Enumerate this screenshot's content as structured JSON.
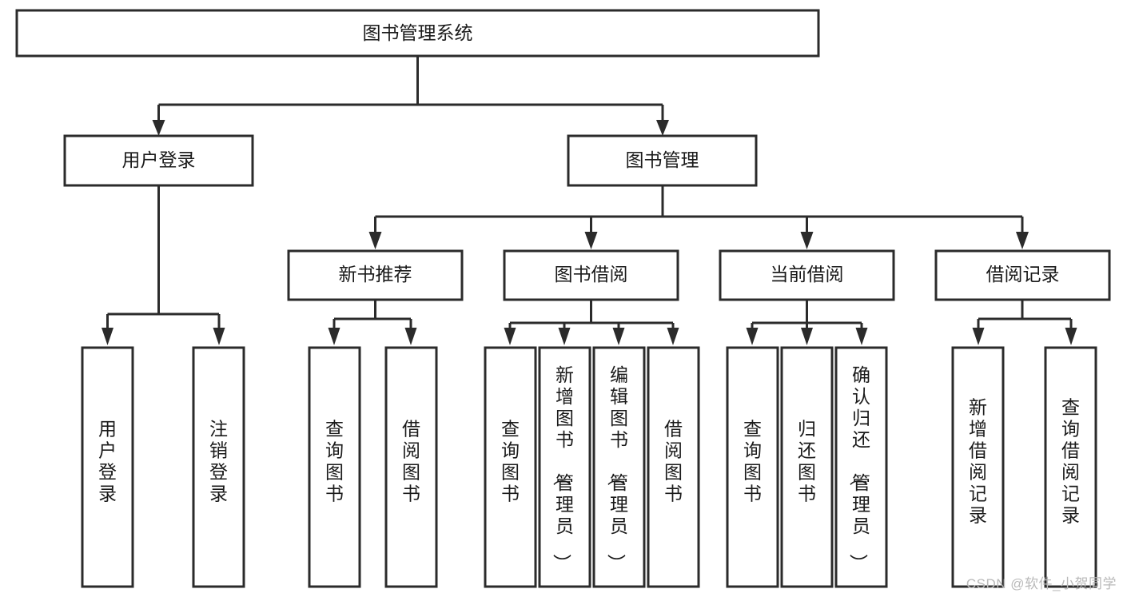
{
  "diagram": {
    "type": "tree",
    "title": "图书管理系统",
    "root": {
      "label": "图书管理系统"
    },
    "level2": [
      {
        "label": "用户登录"
      },
      {
        "label": "图书管理"
      }
    ],
    "level3": [
      {
        "label": "新书推荐"
      },
      {
        "label": "图书借阅"
      },
      {
        "label": "当前借阅"
      },
      {
        "label": "借阅记录"
      }
    ],
    "leaves": {
      "user_login": [
        {
          "label": "用户登录"
        },
        {
          "label": "注销登录"
        }
      ],
      "new_book_recommend": [
        {
          "label": "查询图书"
        },
        {
          "label": "借阅图书"
        }
      ],
      "book_borrow": [
        {
          "label": "查询图书"
        },
        {
          "label": "新增图书（管理员）"
        },
        {
          "label": "编辑图书（管理员）"
        },
        {
          "label": "借阅图书"
        }
      ],
      "current_borrow": [
        {
          "label": "查询图书"
        },
        {
          "label": "归还图书"
        },
        {
          "label": "确认归还（管理员）"
        }
      ],
      "borrow_record": [
        {
          "label": "新增借阅记录"
        },
        {
          "label": "查询借阅记录"
        }
      ]
    },
    "colors": {
      "stroke": "#2b2b2b",
      "fill": "#ffffff",
      "text": "#1a1a1a",
      "watermark": "#b9b9b9"
    }
  },
  "watermark": {
    "text": "CSDN @软件_小贺同学"
  }
}
